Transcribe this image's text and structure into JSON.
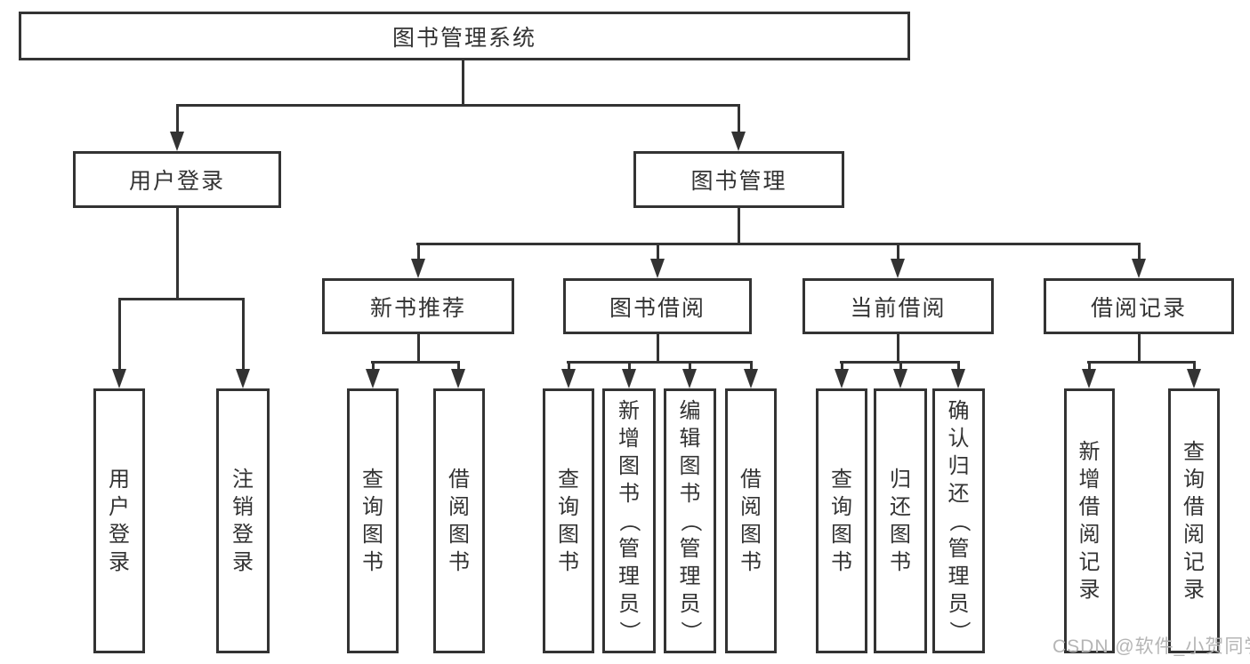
{
  "tree": {
    "root": "图书管理系统",
    "branches": [
      {
        "label": "用户登录",
        "children": [
          "用户登录",
          "注销登录"
        ]
      },
      {
        "label": "图书管理",
        "groups": [
          {
            "label": "新书推荐",
            "children": [
              "查询图书",
              "借阅图书"
            ]
          },
          {
            "label": "图书借阅",
            "children": [
              "查询图书",
              "新增图书（管理员）",
              "编辑图书（管理员）",
              "借阅图书"
            ]
          },
          {
            "label": "当前借阅",
            "children": [
              "查询图书",
              "归还图书",
              "确认归还（管理员）"
            ]
          },
          {
            "label": "借阅记录",
            "children": [
              "新增借阅记录",
              "查询借阅记录"
            ]
          }
        ]
      }
    ]
  },
  "watermark": "CSDN @软件_小贺同学",
  "colors": {
    "line": "#333333",
    "text": "#333333",
    "watermark": "#b5b5b5",
    "background": "#ffffff"
  }
}
